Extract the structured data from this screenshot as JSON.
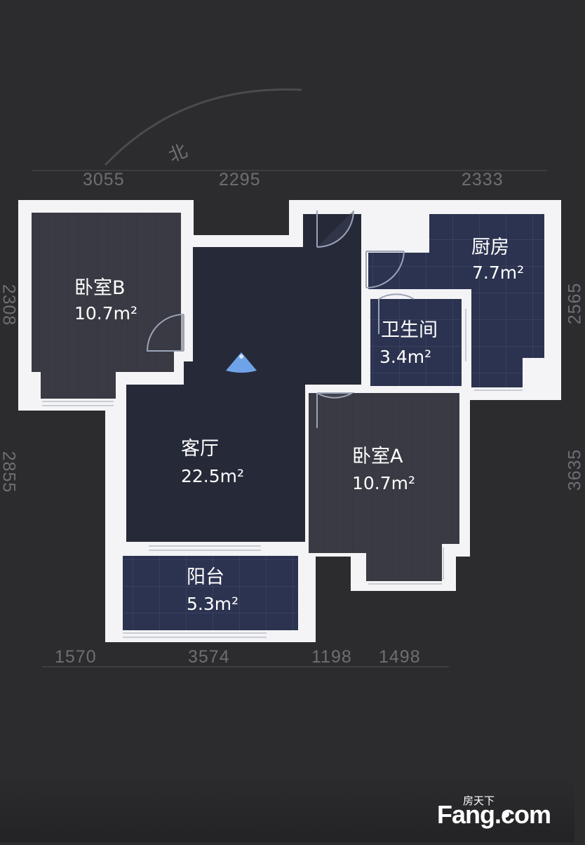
{
  "compass": {
    "label": "北"
  },
  "dimensions": {
    "top": [
      "3055",
      "2295",
      "2333"
    ],
    "bottom": [
      "1570",
      "3574",
      "1198",
      "1498"
    ],
    "left": [
      "2308",
      "2855"
    ],
    "right": [
      "2565",
      "3635"
    ]
  },
  "rooms": {
    "bedroom_b": {
      "name": "卧室B",
      "area": "10.7m²"
    },
    "kitchen": {
      "name": "厨房",
      "area": "7.7m²"
    },
    "bathroom": {
      "name": "卫生间",
      "area": "3.4m²"
    },
    "living_room": {
      "name": "客厅",
      "area": "22.5m²"
    },
    "bedroom_a": {
      "name": "卧室A",
      "area": "10.7m²"
    },
    "balcony": {
      "name": "阳台",
      "area": "5.3m²"
    }
  },
  "brand": {
    "sub": "房天下",
    "main": "Fang.com"
  },
  "colors": {
    "background": "#2c2c2f",
    "wall": "#f4f4f6",
    "room_dark": "#262a38",
    "room_tiled": "#2e3550",
    "room_wood": "#3a3b44",
    "viewer_cone": "#6fa3e8"
  }
}
